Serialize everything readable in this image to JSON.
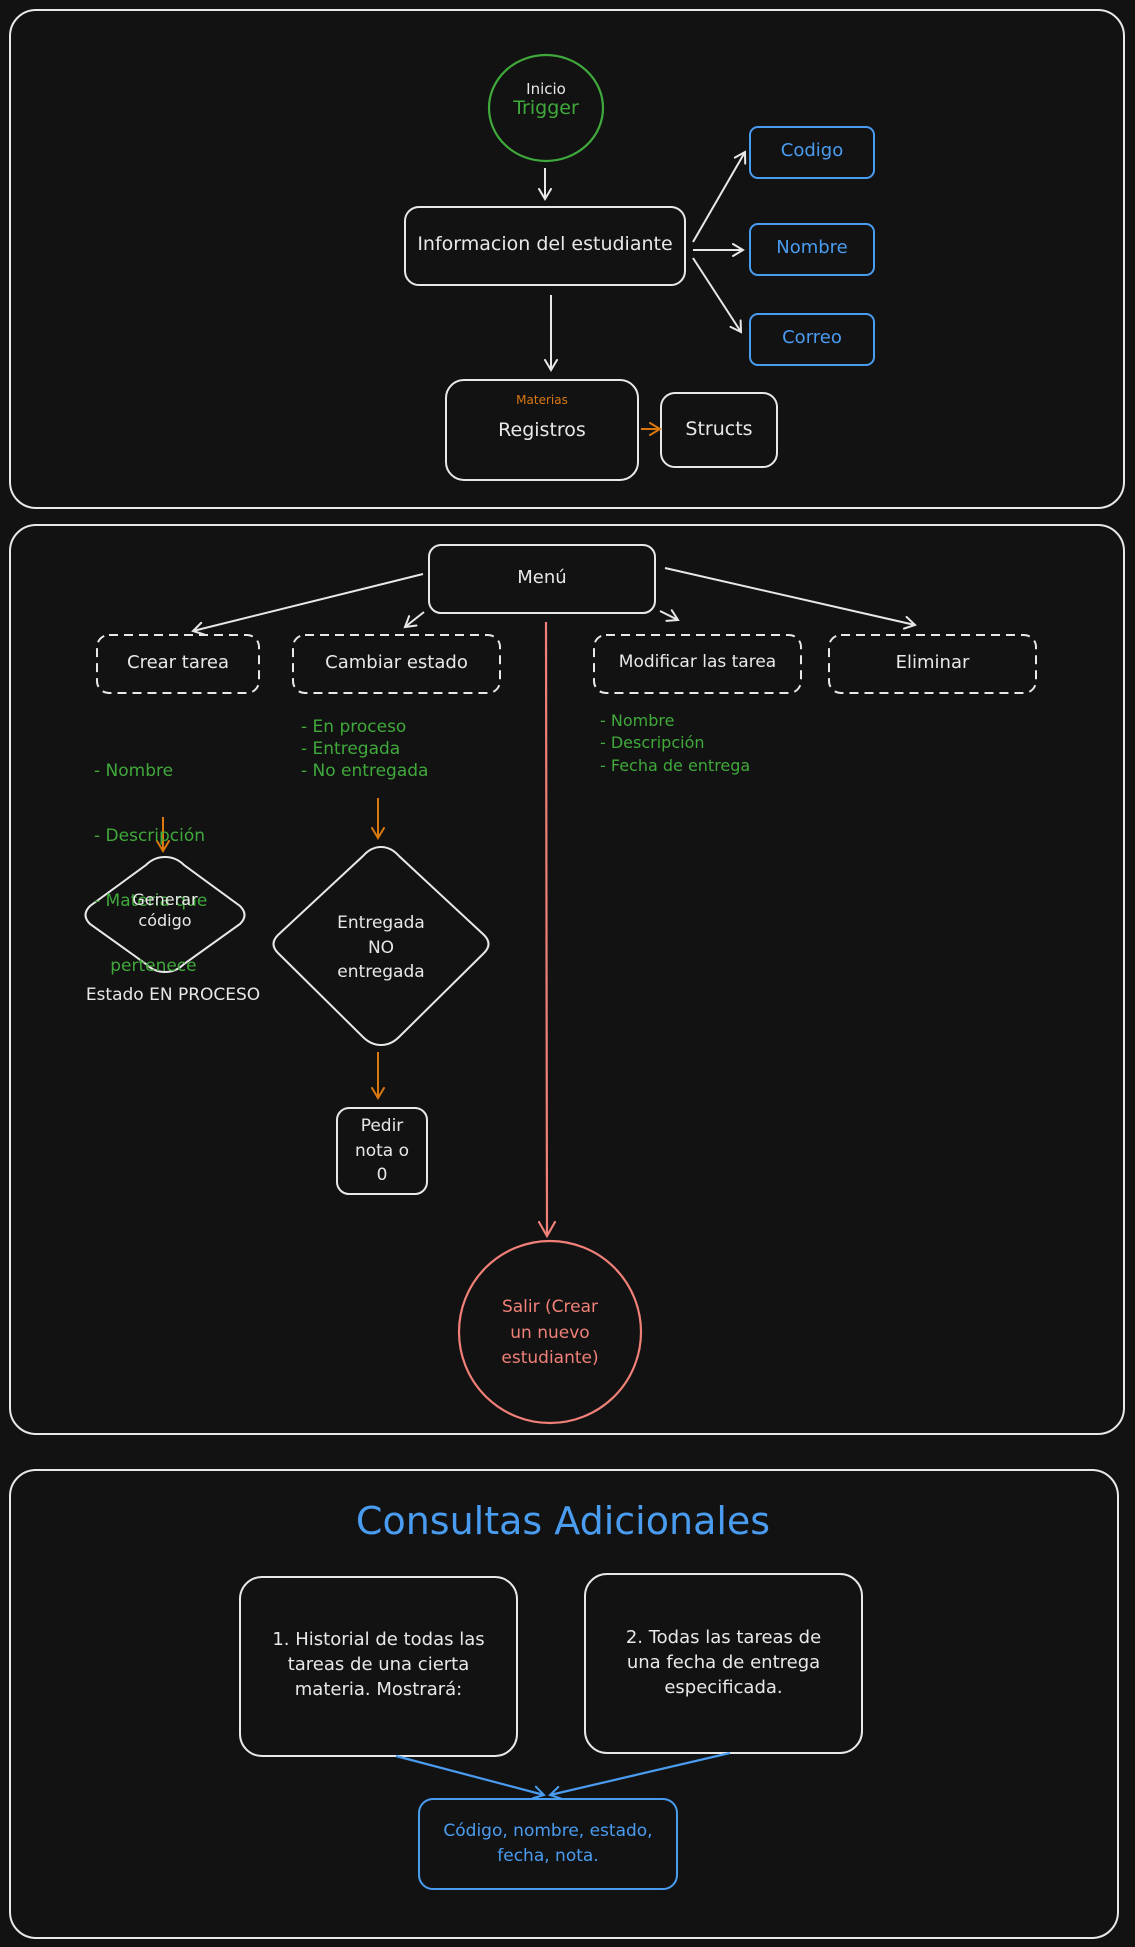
{
  "colors": {
    "background": "#121212",
    "stroke": "#e8e8e8",
    "green": "#40a93b",
    "blue": "#4a9cf0",
    "orange": "#d9780f",
    "red": "#f08078"
  },
  "section1": {
    "start_label": "Inicio",
    "start_sub": "Trigger",
    "student_info": "Informacion del estudiante",
    "fields": [
      "Codigo",
      "Nombre",
      "Correo"
    ],
    "registros_tag": "Materias",
    "registros": "Registros",
    "structs": "Structs"
  },
  "section2": {
    "menu": "Menú",
    "crear_tarea": "Crear tarea",
    "crear_items": [
      "- Nombre",
      "- Descripción",
      "- Materia que",
      "   pertenece"
    ],
    "generar_codigo": [
      "Generar",
      "código"
    ],
    "estado_en_proceso": "Estado EN PROCESO",
    "cambiar_estado": "Cambiar estado",
    "cambiar_items": [
      "- En proceso",
      "- Entregada",
      "- No entregada"
    ],
    "entregada_decision": [
      "Entregada",
      "NO",
      "entregada"
    ],
    "pedir_nota": [
      "Pedir",
      "nota o",
      "0"
    ],
    "modificar": "Modificar las tarea",
    "modificar_items": [
      "- Nombre",
      "- Descripción",
      "- Fecha de entrega"
    ],
    "eliminar": "Eliminar",
    "salir": [
      "Salir (Crear",
      "un nuevo",
      "estudiante)"
    ]
  },
  "section3": {
    "title": "Consultas Adicionales",
    "query1": [
      "1. Historial de todas las",
      "tareas de una cierta",
      "materia. Mostrará:"
    ],
    "query2": [
      "2. Todas las tareas de",
      "una fecha de entrega",
      "especificada."
    ],
    "result": [
      "Código, nombre, estado,",
      "fecha, nota."
    ]
  }
}
